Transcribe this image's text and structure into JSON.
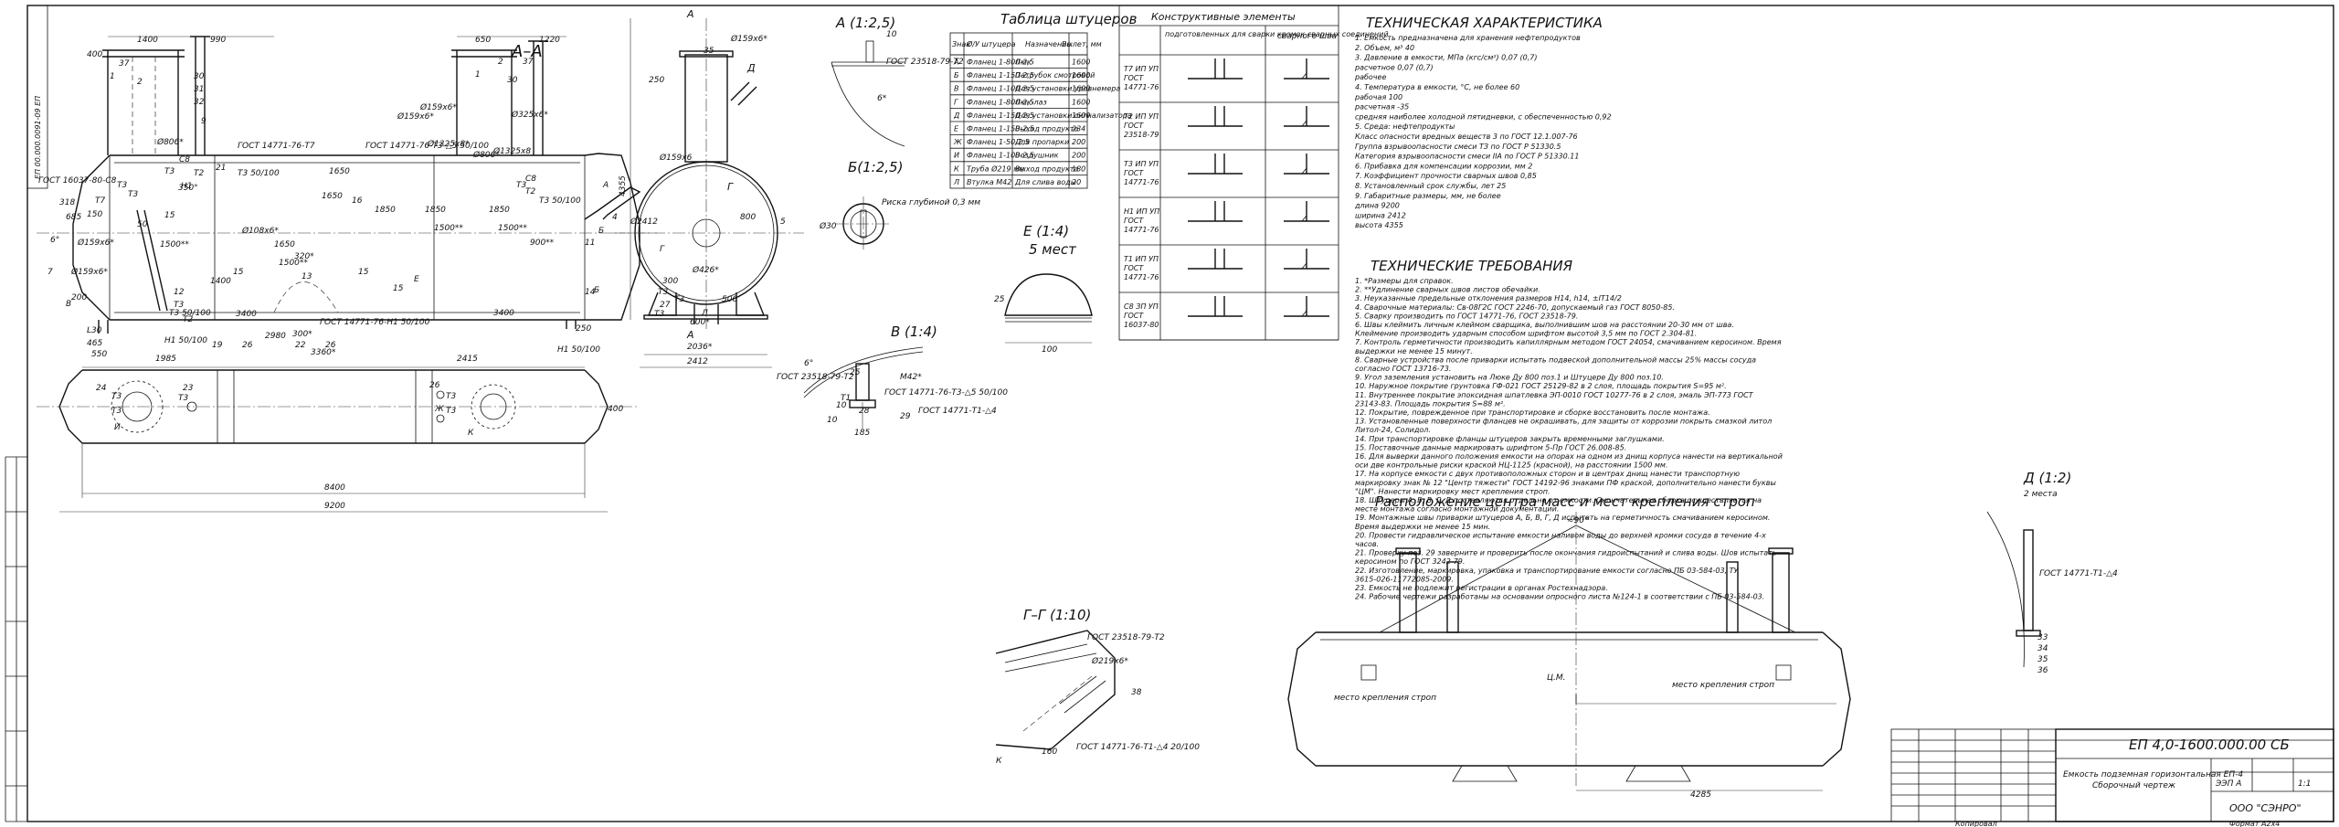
{
  "stamp_code": "ЕП 00.000.0091-09 ЕП",
  "views": {
    "aa": "А–А",
    "a12": "А (1:2,5)",
    "b125": "Б(1:2,5)",
    "v14": "В (1:4)",
    "e14": "Е (1:4)",
    "e14_sub": "5 мест",
    "gg": "Г–Г (1:10)",
    "d12": "Д (1:2)",
    "d12_sub": "2 места",
    "mass": "Расположение центра масс и мест крепления строп"
  },
  "nozzle_table": {
    "title": "Таблица штуцеров",
    "headers": [
      "Знак",
      "Ø/У штуцера",
      "Назначение",
      "Вылет, мм"
    ],
    "rows": [
      [
        "А",
        "Фланец 1-800-2,5",
        "Люк",
        "1600"
      ],
      [
        "Б",
        "Фланец 1-150-2,5",
        "Патрубок смотровой",
        "1600"
      ],
      [
        "В",
        "Фланец 1-100-2,5",
        "Для установки уровнемера",
        "1600"
      ],
      [
        "Г",
        "Фланец 1-800-2,5",
        "Люк-лаз",
        "1600"
      ],
      [
        "Д",
        "Фланец 1-150-2,5",
        "Для установки сигнализатора",
        "1600"
      ],
      [
        "Е",
        "Фланец 1-150-2,5",
        "Выход продукта",
        "234"
      ],
      [
        "Ж",
        "Фланец 1-50-2,5",
        "Для пропарки",
        "200"
      ],
      [
        "И",
        "Фланец 1-100-2,5",
        "Воздушник",
        "200"
      ],
      [
        "К",
        "Труба Ø219 мм",
        "Выход продукта",
        "180"
      ],
      [
        "Л",
        "Втулка М42",
        "Для слива воды",
        "20"
      ]
    ]
  },
  "weld_table": {
    "title": "Конструктивные элементы",
    "col1": "подготовленных для сварки кромок сварных соединений",
    "col2": "сварного шва",
    "rows": [
      "Т7 ИП УП ГОСТ 14771-76",
      "Т2 ИП УП ГОСТ 23518-79",
      "Т3 ИП УП ГОСТ 14771-76",
      "Н1 ИП УП ГОСТ 14771-76",
      "Т1 ИП УП ГОСТ 14771-76",
      "С8 ЗП УП ГОСТ 16037-80"
    ]
  },
  "tech_char": {
    "title": "ТЕХНИЧЕСКАЯ ХАРАКТЕРИСТИКА",
    "lines": [
      "1. Емкость предназначена для хранения нефтепродуктов",
      "2. Объем, м³                                       40",
      "3. Давление в емкости, МПа (кгс/см²)              0,07 (0,7)",
      "       расчетное                                      0,07 (0,7)",
      "       рабочее",
      "4. Температура в емкости, °С, не более              60",
      "       рабочая                                         100",
      "       расчетная                                      -35",
      "       средняя наиболее холодной пятидневки, с обеспеченностью 0,92",
      "5. Среда: нефтепродукты",
      "Класс опасности вредных веществ 3 по ГОСТ 12.1.007-76",
      "Группа взрывоопасности смеси ТЗ по ГОСТ Р 51330.5",
      "Категория взрывоопасности смеси IIА по ГОСТ Р 51330.11",
      "6. Прибавка для компенсации коррозии, мм              2",
      "7. Коэффициент прочности сварных швов                0,85",
      "8. Установленный срок службы, лет                   25",
      "9. Габаритные размеры, мм, не более",
      "       длина                                          9200",
      "       ширина                                         2412",
      "       высота                                         4355"
    ]
  },
  "tech_req": {
    "title": "ТЕХНИЧЕСКИЕ ТРЕБОВАНИЯ",
    "lines": [
      "1. *Размеры для справок.",
      "2. **Удлинение сварных швов листов обечайки.",
      "3. Неуказанные предельные отклонения размеров Н14, h14, ±IT14/2",
      "4. Сварочные материалы: Св-08Г2С ГОСТ 2246-70, допускаемый газ ГОСТ 8050-85.",
      "5. Сварку производить по ГОСТ 14771-76, ГОСТ 23518-79.",
      "6. Швы клеймить личным клеймом сварщика, выполнившим шов на расстоянии 20-30 мм от шва.",
      "   Клеймение производить ударным способом шрифтом высотой 3,5 мм по ГОСТ 2.304-81.",
      "7. Контроль герметичности производить капиллярным методом ГОСТ 24054, смачиванием керосином. Время выдержки не менее 15 минут.",
      "8. Сварные устройства после приварки испытать подвеской дополнительной массы 25% массы сосуда согласно ГОСТ 13716-73.",
      "9. Угол заземления установить на Люке Ду 800 поз.1 и Штуцере Ду 800 поз.10.",
      "10. Наружное покрытие грунтовка ГФ-021 ГОСТ 25129-82 в 2 слоя, площадь покрытия S=95 м².",
      "11. Внутреннее покрытие эпоксидная шпатлевка ЭП-0010 ГОСТ 10277-76 в 2 слоя, эмаль ЭП-773 ГОСТ 23143-83. Площадь покрытия S=88 м².",
      "12. Покрытие, поврежденное при транспортировке и сборке восстановить после монтажа.",
      "13. Установленные поверхности фланцев не окрашивать, для защиты от коррозии покрыть смазкой литол Литол-24, Солидол.",
      "14. При транспортировке фланцы штуцеров закрыть временными заглушками.",
      "15. Поставочные данные маркировать шрифтом 5-Пр ГОСТ 26.008-85.",
      "16. Для выверки данного положения емкости на опорах на одном из днищ корпуса нанести на вертикальной оси две контрольные риски краской НЦ-1125 (красной), на расстоянии 1500 мм.",
      "17. На корпусе емкости с двух противоположных сторон и в центрах днищ нанести транспортную маркировку знак № 12 \"Центр тяжести\" ГОСТ 14192-96 знаками ПФ краской, дополнительно нанести буквы \"ЦМ\". Нанести маркировку мест крепления строп.",
      "18. Штуцеры А, Б, В, Г, Д поставляются отдельно от емкости. Окончательная сборка осуществляется на месте монтажа согласно монтажной документации.",
      "19. Монтажные швы приварки штуцеров А, Б, В, Г, Д испытать на герметичность смачиванием керосином. Время выдержки не менее 15 мин.",
      "20. Провести гидравлическое испытание емкости наливом воды до верхней кромки сосуда в течение 4-х часов.",
      "21. Проверку поз. 29 заверните и проверить после окончания гидроиспытаний и слива воды. Шов испытать керосином по ГОСТ 3242-79.",
      "22. Изготовление, маркировка, упаковка и транспортирование емкости согласно ПБ 03-584-03, ТУ 3615-026-11772085-2009.",
      "23. Емкость не подлежит регистрации в органах Ростехнадзора.",
      "24. Рабочие чертежи разработаны на основании опросного листа №124-1 в соответствии с ПБ 03-584-03."
    ]
  },
  "title_block": {
    "designation": "ЕП 4,0-1600.000.00 СБ",
    "name_line1": "Емкость подземная горизонтальная ЕП-4",
    "name_line2": "Сборочный чертеж",
    "litera": "ЭЭП А",
    "mass": "",
    "scale": "1:1",
    "company": "ООО \"СЭНРО\"",
    "copied": "Копировал",
    "format": "Формат  А2х4"
  },
  "labels": {
    "gost_16037": "ГОСТ 16037-80-С8",
    "gost_14771_t7": "ГОСТ 14771-76-Т7",
    "gost_t3_1": "ГОСТ 14771-76-Т3-△5 50/100",
    "gost_h1": "ГОСТ 14771-76-Н1 50/100",
    "gost_23518": "ГОСТ 23518-79-Т2",
    "gost_t1": "ГОСТ 14771-Т1-△4",
    "gost_t1_gg": "ГОСТ 14771-76-Т1-△4 20/100",
    "risk_depth": "Риска глубиной 0,3 мм",
    "m42": "М42*",
    "sling_place": "место крепления строп",
    "cm": "Ц.М."
  }
}
